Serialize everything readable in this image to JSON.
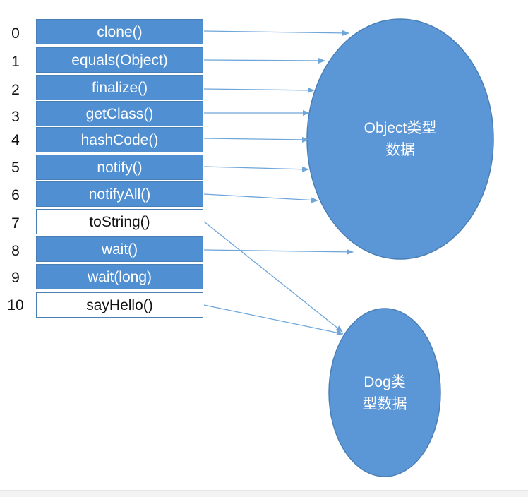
{
  "methods": [
    {
      "index": "0",
      "name": "clone()",
      "highlight": false
    },
    {
      "index": "1",
      "name": "equals(Object)",
      "highlight": false
    },
    {
      "index": "2",
      "name": "finalize()",
      "highlight": false
    },
    {
      "index": "3",
      "name": "getClass()",
      "highlight": false
    },
    {
      "index": "4",
      "name": "hashCode()",
      "highlight": false
    },
    {
      "index": "5",
      "name": "notify()",
      "highlight": false
    },
    {
      "index": "6",
      "name": "notifyAll()",
      "highlight": false
    },
    {
      "index": "7",
      "name": "toString()",
      "highlight": true
    },
    {
      "index": "8",
      "name": "wait()",
      "highlight": false
    },
    {
      "index": "9",
      "name": "wait(long)",
      "highlight": false
    },
    {
      "index": "10",
      "name": "sayHello()",
      "highlight": true
    }
  ],
  "object_data": {
    "line1": "Object类型",
    "line2": "数据"
  },
  "dog_data": {
    "line1": "Dog类",
    "line2": "型数据"
  },
  "colors": {
    "cell_fill": "#4f8fd2",
    "ellipse_fill": "#5b97d6",
    "arrow": "#6fa6d9",
    "border": "#4a7fb5"
  }
}
